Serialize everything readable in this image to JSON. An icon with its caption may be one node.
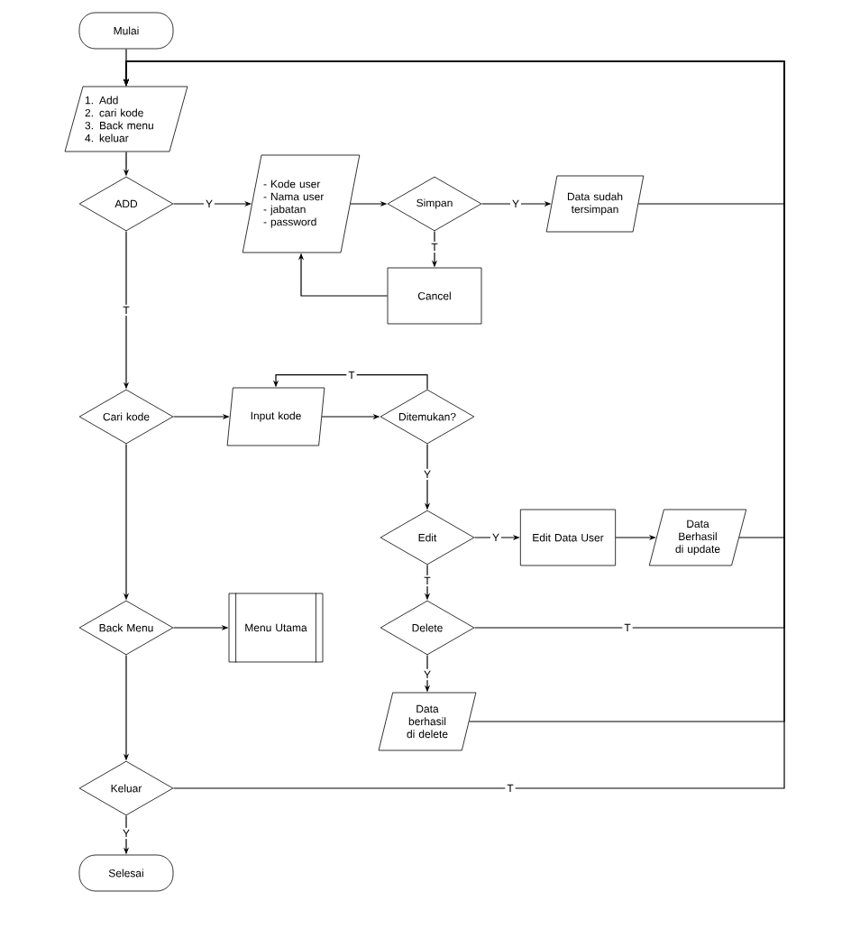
{
  "diagram": {
    "nodes": [
      {
        "text": [
          "Mulai"
        ]
      },
      {
        "text": [
          "1. Add",
          "2. cari kode",
          "3. Back menu",
          "4. keluar"
        ]
      },
      {
        "text": [
          "ADD"
        ]
      },
      {
        "text": [
          "- Kode user",
          "- Nama user",
          "- jabatan",
          "- password"
        ]
      },
      {
        "text": [
          "Simpan"
        ]
      },
      {
        "text": [
          "Data sudah tersimpan"
        ]
      },
      {
        "text": [
          "Cancel"
        ]
      },
      {
        "text": [
          "Cari kode"
        ]
      },
      {
        "text": [
          "Input kode"
        ]
      },
      {
        "text": [
          "Ditemukan?"
        ]
      },
      {
        "text": [
          "Edit"
        ]
      },
      {
        "text": [
          "Edit Data User"
        ]
      },
      {
        "text": [
          "Data Berhasil di update"
        ]
      },
      {
        "text": [
          "Back Menu"
        ]
      },
      {
        "text": [
          "Menu Utama"
        ]
      },
      {
        "text": [
          "Delete"
        ]
      },
      {
        "text": [
          "Data berhasil di delete"
        ]
      },
      {
        "text": [
          "Keluar"
        ]
      },
      {
        "text": [
          "Selesai"
        ]
      }
    ],
    "edges": [
      {
        "from": 0,
        "to": 1,
        "arrow": "to"
      },
      {
        "from": 1,
        "to": 2,
        "arrow": "to"
      },
      {
        "from": 2,
        "to": 3,
        "arrow": "to",
        "label": "Y"
      },
      {
        "from": 3,
        "to": 4,
        "arrow": "to"
      },
      {
        "from": 4,
        "to": 5,
        "arrow": "to",
        "label": "Y"
      },
      {
        "from": 4,
        "to": 6,
        "arrow": "to",
        "label": "T"
      },
      {
        "from": 6,
        "to": 3,
        "arrow": "to"
      },
      {
        "from": 2,
        "to": 7,
        "arrow": "to",
        "label": "T"
      },
      {
        "from": 7,
        "to": 8,
        "arrow": "to"
      },
      {
        "from": 8,
        "to": 9,
        "arrow": "to"
      },
      {
        "from": 9,
        "to": 8,
        "arrow": "to",
        "label": "T"
      },
      {
        "from": 9,
        "to": 10,
        "arrow": "to",
        "label": "Y"
      },
      {
        "from": 10,
        "to": 11,
        "arrow": "to",
        "label": "Y"
      },
      {
        "from": 11,
        "to": 12,
        "arrow": "to"
      },
      {
        "from": 10,
        "to": 15,
        "arrow": "to",
        "label": "T"
      },
      {
        "from": 7,
        "to": 13,
        "arrow": "to"
      },
      {
        "from": 13,
        "to": 14,
        "arrow": "to"
      },
      {
        "from": 15,
        "to": 16,
        "arrow": "to",
        "label": "Y"
      },
      {
        "from": 13,
        "to": 17,
        "arrow": "to"
      },
      {
        "from": 17,
        "to": 18,
        "arrow": "to",
        "label": "Y"
      },
      {
        "from": 5,
        "to": 1,
        "arrow": "to"
      },
      {
        "from": 12,
        "to": 1,
        "arrow": "to"
      },
      {
        "from": 15,
        "to": 1,
        "arrow": "to",
        "label": "T"
      },
      {
        "from": 16,
        "to": 1,
        "arrow": "to"
      },
      {
        "from": 17,
        "to": 1,
        "arrow": "to",
        "label": "T"
      }
    ]
  }
}
